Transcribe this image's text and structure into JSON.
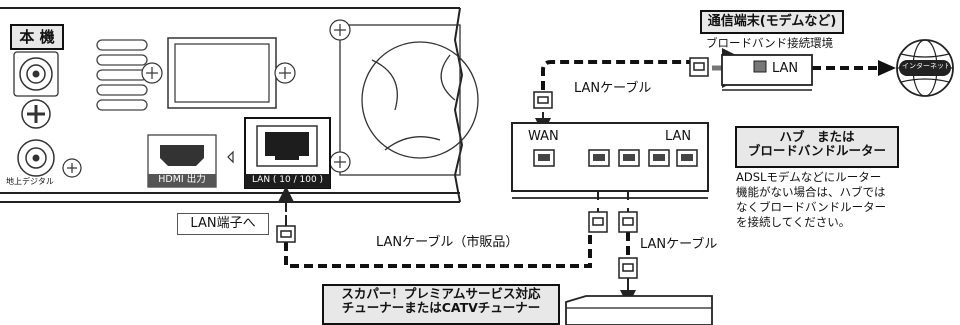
{
  "device_label": "本 機",
  "modem": {
    "title": "通信端末(モデムなど)",
    "subtitle": "ブロードバンド接続環境",
    "port_label": "LAN"
  },
  "internet_label": "インターネット",
  "router": {
    "wan_label": "WAN",
    "lan_label": "LAN",
    "title_line1": "ハブ　または",
    "title_line2": "ブロードバンドルーター",
    "note": "ADSLモデムなどにルーター\n機能がない場合は、ハブでは\nなくブロードバンドルーター\nを接続してください。"
  },
  "device_ports": {
    "hdmi": "HDMI 出力",
    "lan": "LAN ( 10 / 100 )",
    "antenna": "地上デジタル"
  },
  "cables": {
    "lan_cable_top": "LANケーブル",
    "lan_cable_market": "LANケーブル（市販品）",
    "lan_cable_right": "LANケーブル",
    "lan_terminal": "LAN端子へ"
  },
  "tuner": {
    "line1": "スカパー！プレミアムサービス対応",
    "line2": "チューナーまたはCATVチューナー"
  }
}
